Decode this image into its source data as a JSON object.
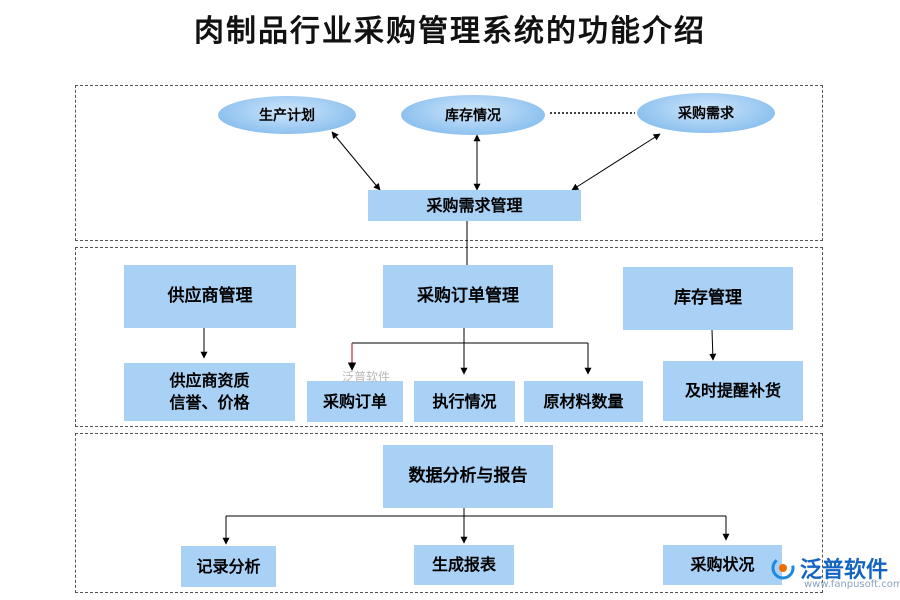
{
  "title": "肉制品行业采购管理系统的功能介绍",
  "section1": {
    "ovals": [
      "生产计划",
      "库存情况",
      "采购需求"
    ],
    "center": "采购需求管理"
  },
  "section2": {
    "supplier": "供应商管理",
    "supplier_sub": [
      "供应商资质",
      "信誉、价格"
    ],
    "order": "采购订单管理",
    "order_children": [
      "采购订单",
      "执行情况",
      "原材料数量"
    ],
    "inventory": "库存管理",
    "inventory_sub": "及时提醒补货"
  },
  "section3": {
    "center": "数据分析与报告",
    "children": [
      "记录分析",
      "生成报表",
      "采购状况"
    ]
  },
  "watermark": {
    "small": "泛普软件",
    "brand": "泛普软件",
    "url": "www.fanpusoft.com"
  },
  "colors": {
    "box_fill": "#a9d0f5",
    "oval_fill": "#8fc2ef",
    "brand": "#1565c0"
  }
}
